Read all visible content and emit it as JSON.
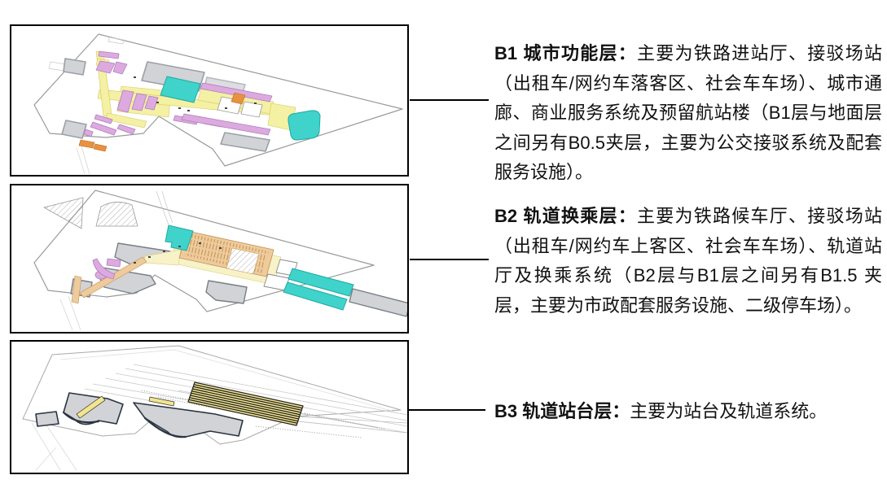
{
  "palette": {
    "panel_border": "#000000",
    "connector_color": "#000000",
    "text_color": "#111111",
    "outline_gray": "#9a9a9a",
    "pod_gray": "#d2d3d6",
    "pod_stroke": "#9aa0a8",
    "pink": "#dcaade",
    "pink_stroke": "#b07cc0",
    "yellow": "#f4f0a4",
    "yellow_stroke": "#d5c95e",
    "pale_floor": "#f8f2c8",
    "cyan": "#3fd3cb",
    "cyan_stroke": "#21a9a2",
    "tan": "#eecb9c",
    "tan_stroke": "#c3914f",
    "orange": "#e8913f",
    "platform_yellow": "#f2e58e",
    "navy": "#2a3542"
  },
  "descriptions": [
    {
      "id": "B1",
      "lead": "B1 城市功能层：",
      "body": "主要为铁路进站厅、接驳场站（出租车/网约车落客区、社会车车场）、城市通廊、商业服务系统及预留航站楼（B1层与地面层之间另有B0.5夹层，主要为公交接驳系统及配套服务设施）。"
    },
    {
      "id": "B2",
      "lead": "B2 轨道换乘层：",
      "body": "主要为铁路候车厅、接驳场站（出租车/网约车上客区、社会车车场）、轨道站厅及换乘系统（B2层与B1层之间另有B1.5 夹层，主要为市政配套服务设施、二级停车场）。"
    },
    {
      "id": "B3",
      "lead": "B3 轨道站台层：",
      "body": "主要为站台及轨道系统。"
    }
  ]
}
